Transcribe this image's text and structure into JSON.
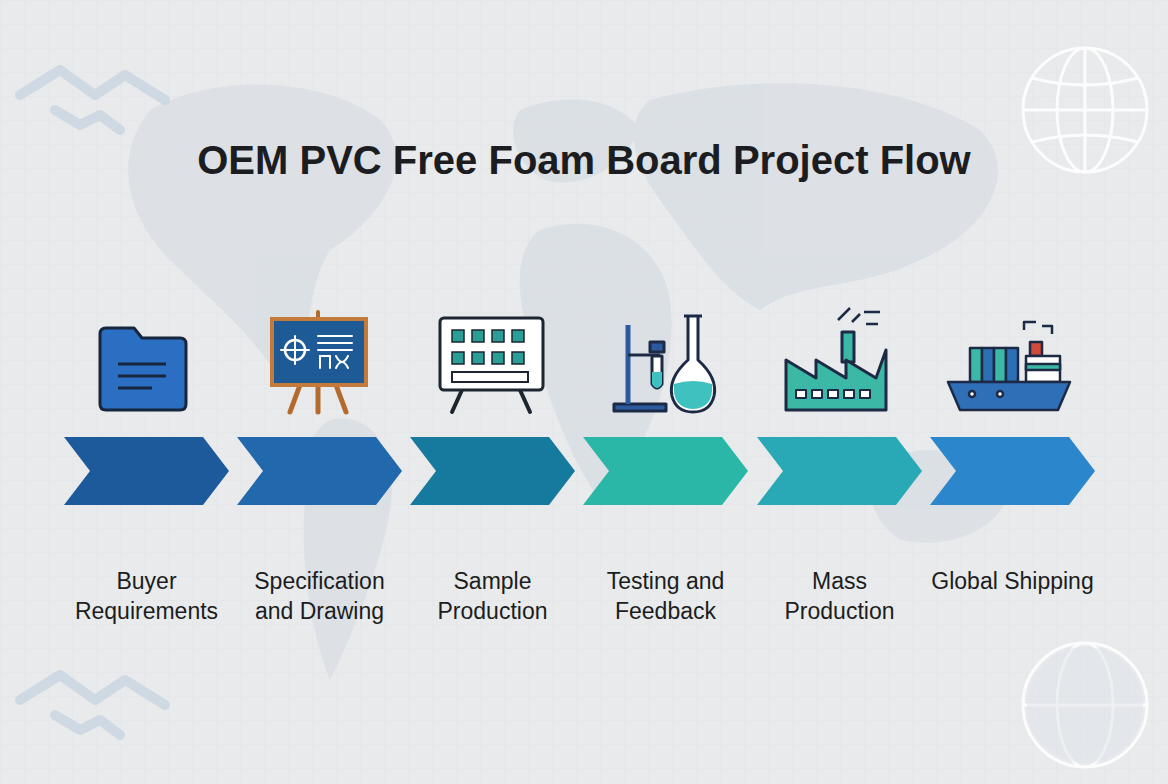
{
  "diagram": {
    "title": "OEM PVC Free Foam Board Project Flow",
    "nodes": [
      {
        "text": [
          "Buyer Requirements"
        ]
      },
      {
        "text": [
          "Specification and Drawing"
        ]
      },
      {
        "text": [
          "Sample Production"
        ]
      },
      {
        "text": [
          "Testing and Feedback"
        ]
      },
      {
        "text": [
          "Mass Production"
        ]
      },
      {
        "text": [
          "Global Shipping"
        ]
      }
    ]
  }
}
